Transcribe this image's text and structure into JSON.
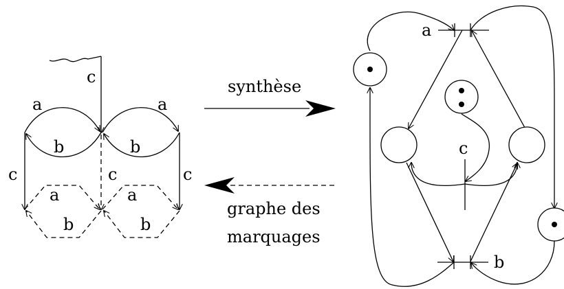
{
  "marking_graph": {
    "labels": {
      "c_initial": "c",
      "a_left": "a",
      "a_right": "a",
      "b_left": "b",
      "b_right": "b",
      "c_left": "c",
      "c_mid": "c",
      "c_right": "c",
      "a_lower_left": "a",
      "a_lower_right": "a",
      "b_lower_left": "b",
      "b_lower_right": "b"
    }
  },
  "arrows": {
    "synthesis_label": "synthèse",
    "marking_graph_label_line1": "graphe des",
    "marking_graph_label_line2": "marquages"
  },
  "petri_net": {
    "transitions": {
      "a": "a",
      "b": "b",
      "c": "c"
    },
    "places": [
      {
        "id": "p-left-top",
        "tokens": 1
      },
      {
        "id": "p-center-top",
        "tokens": 2
      },
      {
        "id": "p-left-mid",
        "tokens": 0
      },
      {
        "id": "p-right-mid",
        "tokens": 0
      },
      {
        "id": "p-right-low",
        "tokens": 1
      }
    ]
  }
}
